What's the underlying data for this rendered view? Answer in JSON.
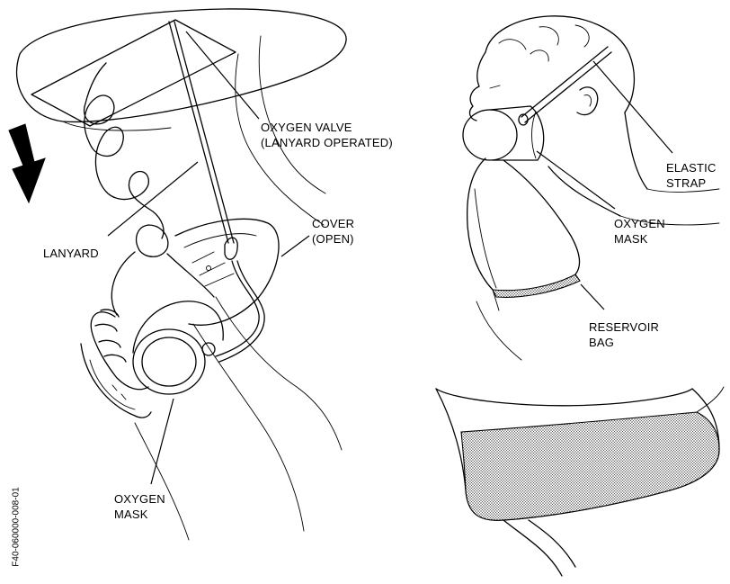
{
  "labels": {
    "oxygen_valve_1": "OXYGEN VALVE",
    "oxygen_valve_2": "(LANYARD OPERATED)",
    "lanyard": "LANYARD",
    "cover_1": "COVER",
    "cover_2": "(OPEN)",
    "oxygen_mask_left_1": "OXYGEN",
    "oxygen_mask_left_2": "MASK",
    "elastic_strap_1": "ELASTIC",
    "elastic_strap_2": "STRAP",
    "oxygen_mask_right_1": "OXYGEN",
    "oxygen_mask_right_2": "MASK",
    "reservoir_bag_1": "RESERVOIR",
    "reservoir_bag_2": "BAG"
  },
  "figure_ref": "F40-060000-008-01"
}
